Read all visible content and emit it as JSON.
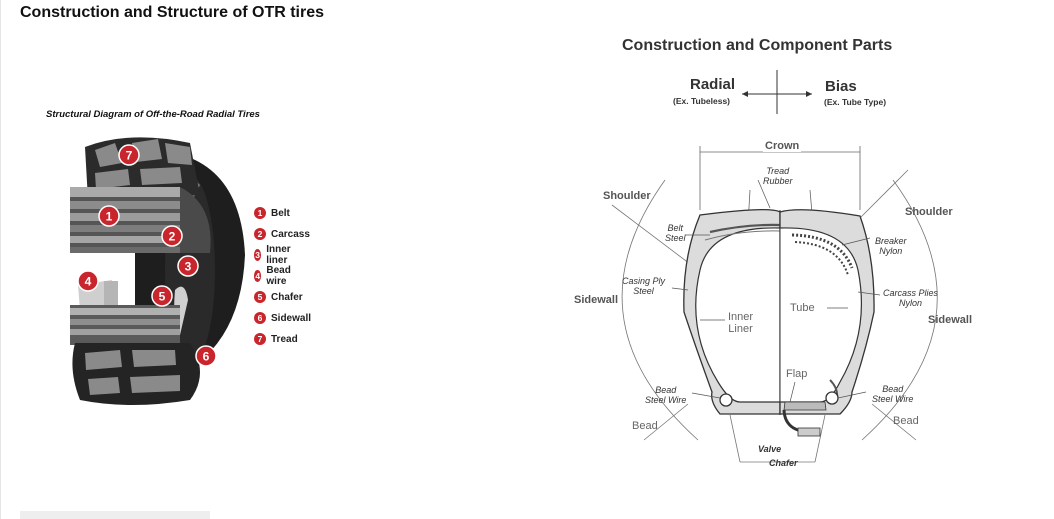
{
  "page": {
    "title": "Construction and Structure of OTR tires"
  },
  "left_diagram": {
    "caption": "Structural Diagram of Off-the-Road Radial Tires",
    "legend": [
      {
        "num": "1",
        "label": "Belt"
      },
      {
        "num": "2",
        "label": "Carcass"
      },
      {
        "num": "3",
        "label": "Inner liner"
      },
      {
        "num": "4",
        "label": "Bead wire"
      },
      {
        "num": "5",
        "label": "Chafer"
      },
      {
        "num": "6",
        "label": "Sidewall"
      },
      {
        "num": "7",
        "label": "Tread"
      }
    ]
  },
  "right_diagram": {
    "title": "Construction and Component Parts",
    "radial": {
      "label": "Radial",
      "sub": "(Ex. Tubeless)"
    },
    "bias": {
      "label": "Bias",
      "sub": "(Ex. Tube Type)"
    },
    "labels": {
      "crown": "Crown",
      "tread": "Tread",
      "rubber": "Rubber",
      "shoulder_left": "Shoulder",
      "shoulder_right": "Shoulder",
      "belt": "Belt",
      "belt_sub": "Steel",
      "breaker": "Breaker",
      "breaker_sub": "Nylon",
      "casing_ply": "Casing Ply",
      "casing_ply_sub": "Steel",
      "carcass_plies": "Carcass Plies",
      "carcass_plies_sub": "Nylon",
      "sidewall_left": "Sidewall",
      "sidewall_right": "Sidewall",
      "inner": "Inner",
      "liner": "Liner",
      "tube": "Tube",
      "flap": "Flap",
      "bead_left": "Bead",
      "bead_left_sub": "Steel Wire",
      "bead_right": "Bead",
      "bead_right_sub": "Steel Wire",
      "bead_lower_left": "Bead",
      "bead_lower_right": "Bead",
      "valve": "Valve",
      "chafer": "Chafer"
    }
  },
  "colors": {
    "accent_red": "#c8252c",
    "tire_dark": "#1e1e1e",
    "tire_mid": "#6f6f6f"
  }
}
